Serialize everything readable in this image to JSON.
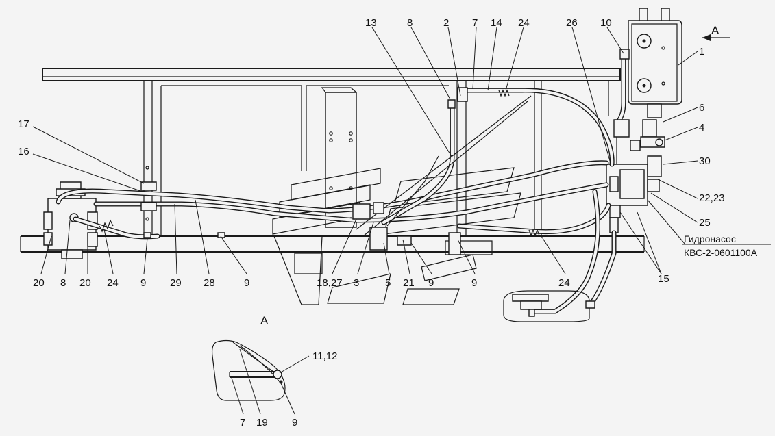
{
  "view": {
    "mark": "A",
    "detail_mark": "A"
  },
  "pump_note": {
    "line1": "Гидронасос",
    "line2": "КВС-2-0601100А"
  },
  "callouts": {
    "c1": "1",
    "c2": "2",
    "c4": "4",
    "c6": "6",
    "c7_top": "7",
    "c8_top": "8",
    "c10": "10",
    "c13": "13",
    "c14": "14",
    "c24_top": "24",
    "c26": "26",
    "c30": "30",
    "c22_23": "22,23",
    "c25": "25",
    "c15": "15",
    "c16": "16",
    "c17": "17",
    "c20_a": "20",
    "c8_bot": "8",
    "c20_b": "20",
    "c24_bot_l": "24",
    "c9_a": "9",
    "c29": "29",
    "c28": "28",
    "c9_b": "9",
    "c18_27": "18,27",
    "c3": "3",
    "c5": "5",
    "c21": "21",
    "c9_c": "9",
    "c9_d": "9",
    "c24_bot_r": "24",
    "c11_12": "11,12",
    "c7_det": "7",
    "c19": "19",
    "c9_det": "9"
  }
}
